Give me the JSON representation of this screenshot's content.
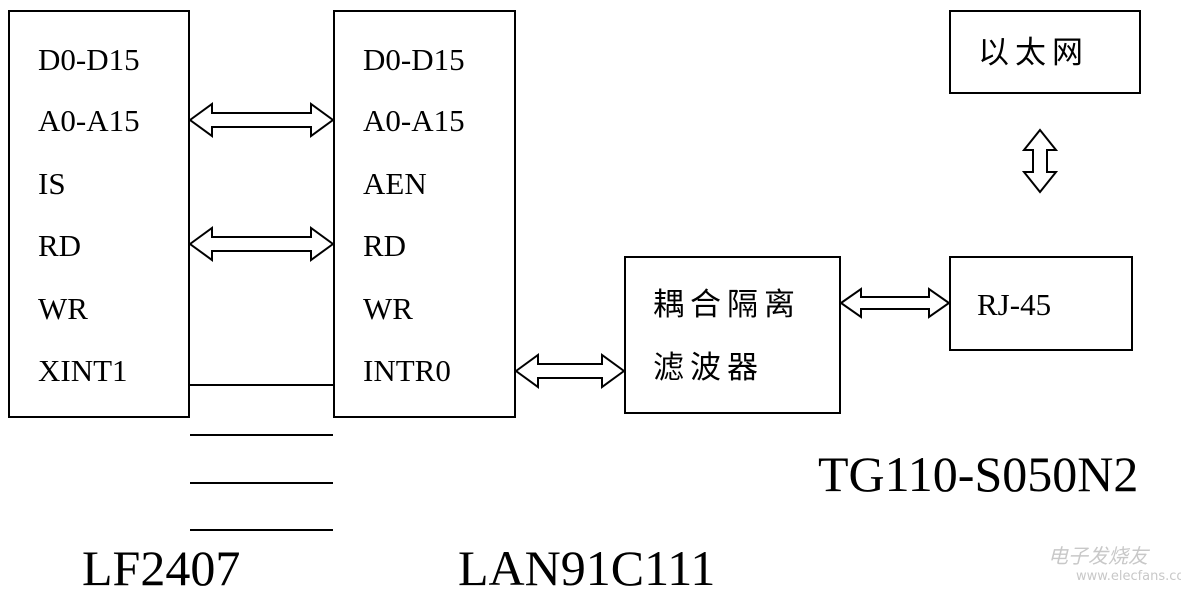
{
  "lf2407": {
    "pins": [
      "D0-D15",
      "A0-A15",
      "IS",
      "RD",
      "WR",
      "XINT1"
    ],
    "label": "LF2407"
  },
  "lan91c111": {
    "pins": [
      "D0-D15",
      "A0-A15",
      "AEN",
      "RD",
      "WR",
      "INTR0"
    ],
    "label": "LAN91C111"
  },
  "filter": {
    "line1": "耦合隔离",
    "line2": "滤波器"
  },
  "rj45": {
    "label": "RJ-45"
  },
  "ethernet": {
    "label": "以太网"
  },
  "transformer": {
    "label": "TG110-S050N2"
  },
  "watermark": {
    "main": "电子发烧友",
    "sub": "www.elecfans.com"
  }
}
